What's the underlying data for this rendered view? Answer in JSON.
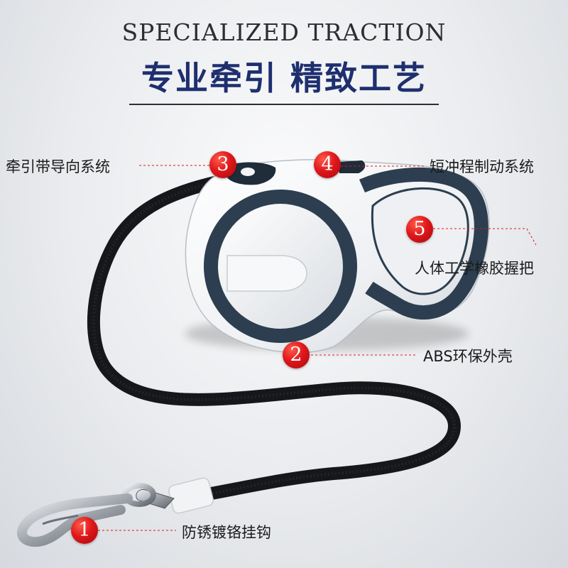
{
  "header": {
    "title_en": "SPECIALIZED TRACTION",
    "title_cn": "专业牵引 精致工艺"
  },
  "callouts": [
    {
      "number": "3",
      "label": "牵引带导向系统"
    },
    {
      "number": "4",
      "label": "短冲程制动系统"
    },
    {
      "number": "5",
      "label": "人体工学橡胶握把"
    },
    {
      "number": "2",
      "label": "ABS环保外壳"
    },
    {
      "number": "1",
      "label": "防锈镀铬挂钩"
    }
  ],
  "colors": {
    "title_cn": "#1e2f6e",
    "badge_red": "#e0171b",
    "leader_red": "#e0171b",
    "body_white": "#f2f3f5",
    "trim_navy": "#2c3e4f",
    "strap_black": "#15171a"
  }
}
